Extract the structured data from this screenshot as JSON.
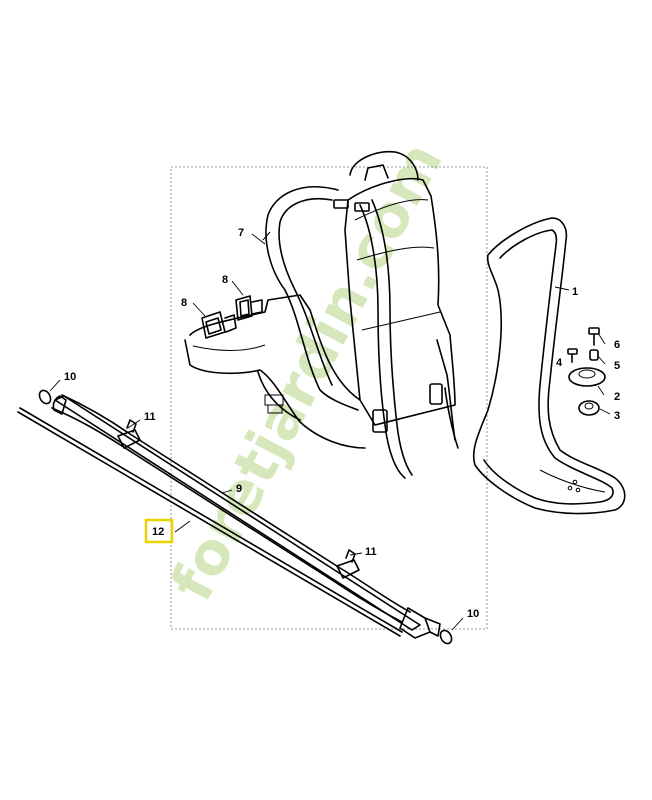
{
  "watermark": {
    "text": "foretjardin.com",
    "color": "#c9e0a8",
    "accent": "#d8c8b4"
  },
  "highlight_color": "#e8d400",
  "callouts": {
    "c1": "1",
    "c2": "2",
    "c3": "3",
    "c4": "4",
    "c5": "5",
    "c6": "6",
    "c7": "7",
    "c8a": "8",
    "c8b": "8",
    "c9": "9",
    "c10a": "10",
    "c10b": "10",
    "c11a": "11",
    "c11b": "11",
    "c12": "12"
  }
}
